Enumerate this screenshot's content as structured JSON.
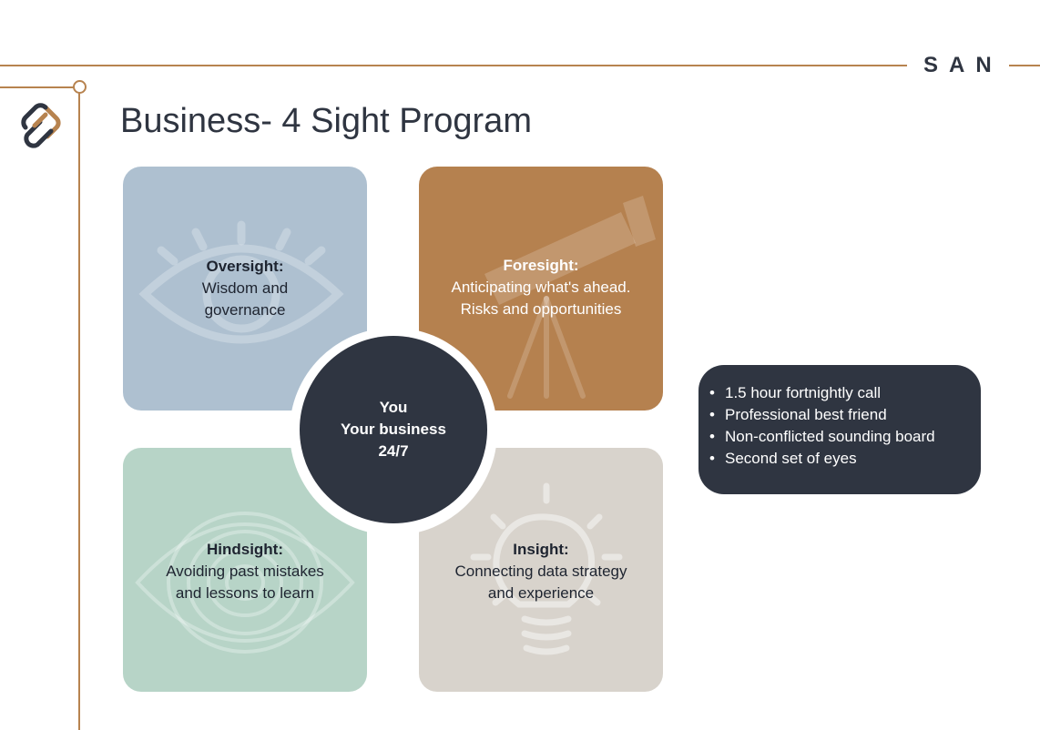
{
  "brand": "SAN",
  "title": "Business- 4 Sight Program",
  "quadrants": {
    "oversight": {
      "heading": "Oversight:",
      "lines": [
        "Wisdom and",
        "governance"
      ],
      "icon": "eye-icon"
    },
    "foresight": {
      "heading": "Foresight:",
      "lines": [
        "Anticipating what's ahead.",
        "Risks and opportunities"
      ],
      "icon": "telescope-icon"
    },
    "hindsight": {
      "heading": "Hindsight:",
      "lines": [
        "Avoiding past mistakes",
        "and lessons to learn"
      ],
      "icon": "concentric-eye-icon"
    },
    "insight": {
      "heading": "Insight:",
      "lines": [
        "Connecting data strategy",
        "and experience"
      ],
      "icon": "lightbulb-icon"
    }
  },
  "center": {
    "lines": [
      "You",
      "Your business",
      "24/7"
    ]
  },
  "benefits": [
    "1.5 hour fortnightly call",
    "Professional best friend",
    "Non-conflicted sounding board",
    "Second set of eyes"
  ],
  "colors": {
    "accent": "#b7834f",
    "navy": "#2f3541",
    "oversight": "#aec0d0",
    "foresight": "#b5814f",
    "hindsight": "#b7d4c7",
    "insight": "#d8d3cc"
  }
}
